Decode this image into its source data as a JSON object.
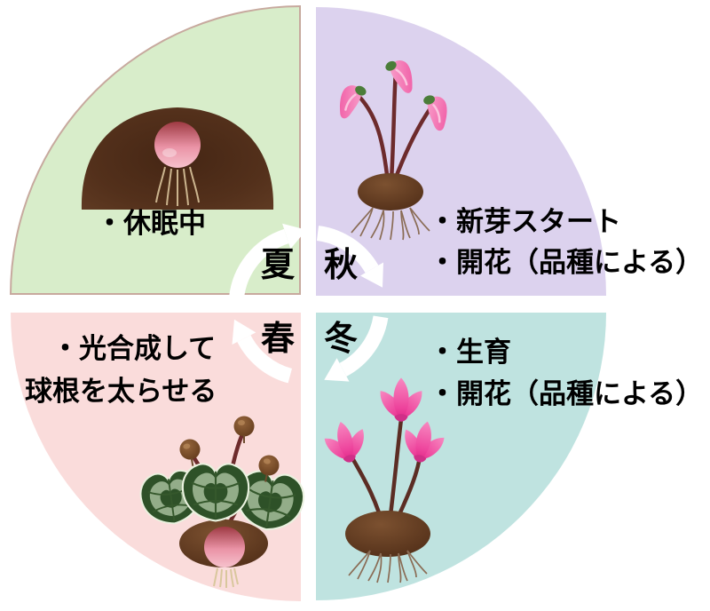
{
  "diagram": {
    "subject": "cyclamen-seasonal-care-cycle",
    "background": "#ffffff",
    "cycle": {
      "direction": "clockwise",
      "arrow_color": "#ffffff",
      "order": [
        "夏",
        "秋",
        "冬",
        "春"
      ]
    },
    "quadrants": {
      "summer": {
        "season": "夏",
        "bg": "#d8edca",
        "border": "#c7a99e",
        "illustration": "dormant-tuber-in-soil-illustration",
        "notes": [
          "・休眠中"
        ]
      },
      "autumn": {
        "season": "秋",
        "bg": "#dcd2ee",
        "illustration": "tuber-with-new-buds-illustration",
        "notes": [
          "・新芽スタート",
          "・開花（品種による）"
        ]
      },
      "winter": {
        "season": "冬",
        "bg": "#bfe3e0",
        "illustration": "flowering-cyclamen-illustration",
        "notes": [
          "・生育",
          "・開花（品種による）"
        ]
      },
      "spring": {
        "season": "春",
        "bg": "#fadcdb",
        "illustration": "leaves-and-seed-pods-illustration",
        "notes": [
          "・光合成して",
          "球根を太らせる"
        ]
      }
    }
  }
}
